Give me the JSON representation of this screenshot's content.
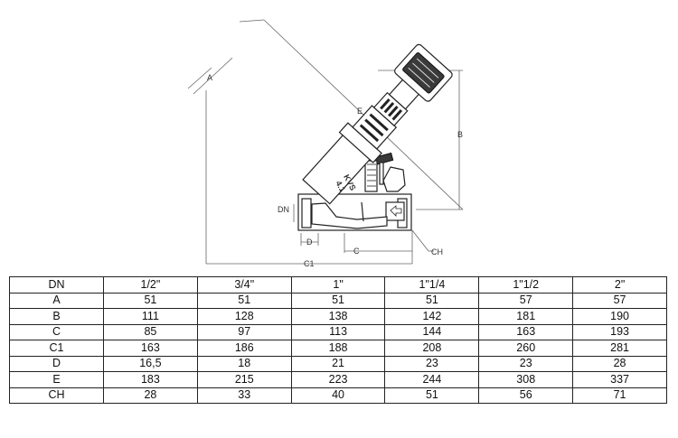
{
  "drawing": {
    "dimension_labels": {
      "A": "A",
      "B": "B",
      "E": "E",
      "DN": "DN",
      "D": "D",
      "C": "C",
      "C1": "C1",
      "CH": "CH"
    },
    "body_marking_line1": "KVS",
    "body_marking_line2": "4.1"
  },
  "table": {
    "header": [
      "DN",
      "1/2\"",
      "3/4\"",
      "1\"",
      "1\"1/4",
      "1\"1/2",
      "2\""
    ],
    "rows": [
      [
        "A",
        "51",
        "51",
        "51",
        "51",
        "57",
        "57"
      ],
      [
        "B",
        "111",
        "128",
        "138",
        "142",
        "181",
        "190"
      ],
      [
        "C",
        "85",
        "97",
        "113",
        "144",
        "163",
        "193"
      ],
      [
        "C1",
        "163",
        "186",
        "188",
        "208",
        "260",
        "281"
      ],
      [
        "D",
        "16,5",
        "18",
        "21",
        "23",
        "23",
        "28"
      ],
      [
        "E",
        "183",
        "215",
        "223",
        "244",
        "308",
        "337"
      ],
      [
        "CH",
        "28",
        "33",
        "40",
        "51",
        "56",
        "71"
      ]
    ]
  }
}
